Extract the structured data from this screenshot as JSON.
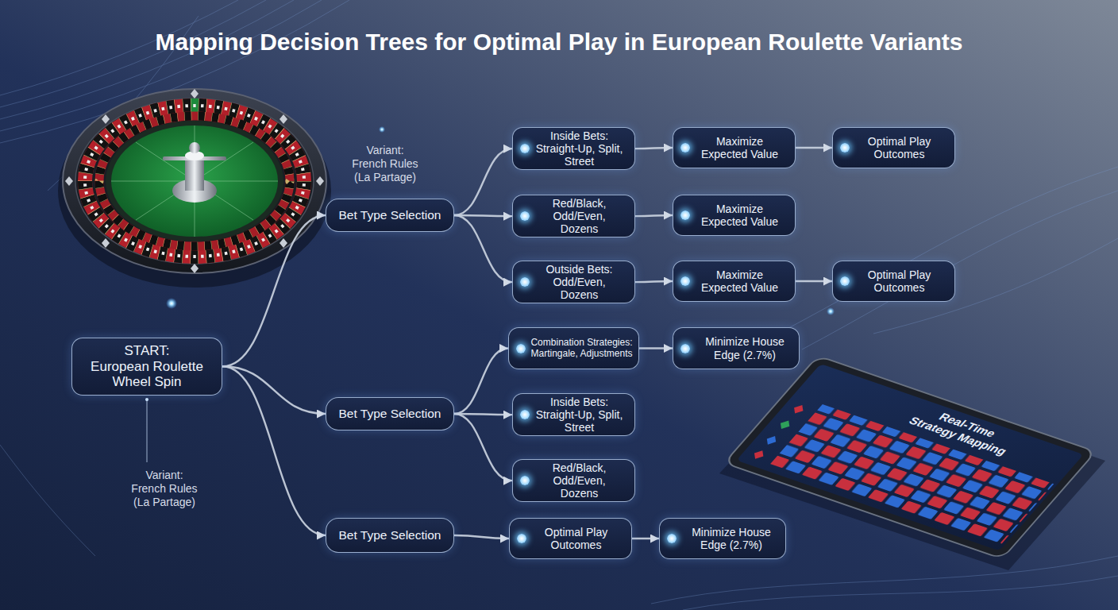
{
  "diagram": {
    "title": "Mapping Decision Trees for Optimal Play in European Roulette Variants",
    "nodes": [
      {
        "text": [
          "START:",
          "European Roulette Wheel Spin"
        ]
      },
      {
        "text": [
          "Bet Type Selection"
        ]
      },
      {
        "text": [
          "Inside Bets: Straight-Up, Split, Street"
        ]
      },
      {
        "text": [
          "Maximize Expected Value"
        ]
      },
      {
        "text": [
          "Optimal Play Outcomes"
        ]
      },
      {
        "text": [
          "Red/Black, Odd/Even, Dozens"
        ]
      },
      {
        "text": [
          "Maximize Expected Value"
        ]
      },
      {
        "text": [
          "Outside Bets: Odd/Even, Dozens"
        ]
      },
      {
        "text": [
          "Maximize Expected Value"
        ]
      },
      {
        "text": [
          "Optimal Play Outcomes"
        ]
      },
      {
        "text": [
          "Bet Type Selection"
        ]
      },
      {
        "text": [
          "Combination Strategies: Martingale, Adjustments"
        ]
      },
      {
        "text": [
          "Minimize House Edge (2.7%)"
        ]
      },
      {
        "text": [
          "Inside Bets: Straight-Up, Split, Street"
        ]
      },
      {
        "text": [
          "Red/Black, Odd/Even, Dozens"
        ]
      },
      {
        "text": [
          "Bet Type Selection"
        ]
      },
      {
        "text": [
          "Optimal Play Outcomes"
        ]
      },
      {
        "text": [
          "Minimize House Edge (2.7%)"
        ]
      }
    ],
    "edges": [
      {
        "from": 0,
        "to": 1,
        "arrow": "to"
      },
      {
        "from": 0,
        "to": 10,
        "arrow": "to"
      },
      {
        "from": 0,
        "to": 15,
        "arrow": "to"
      },
      {
        "from": 1,
        "to": 2,
        "arrow": "to"
      },
      {
        "from": 1,
        "to": 5,
        "arrow": "to"
      },
      {
        "from": 1,
        "to": 7,
        "arrow": "to"
      },
      {
        "from": 2,
        "to": 3,
        "arrow": "to"
      },
      {
        "from": 3,
        "to": 4,
        "arrow": "to"
      },
      {
        "from": 5,
        "to": 6,
        "arrow": "to"
      },
      {
        "from": 7,
        "to": 8,
        "arrow": "to"
      },
      {
        "from": 8,
        "to": 9,
        "arrow": "to"
      },
      {
        "from": 10,
        "to": 11,
        "arrow": "to"
      },
      {
        "from": 10,
        "to": 13,
        "arrow": "to"
      },
      {
        "from": 10,
        "to": 14,
        "arrow": "to"
      },
      {
        "from": 11,
        "to": 12,
        "arrow": "to"
      },
      {
        "from": 15,
        "to": 16,
        "arrow": "to"
      },
      {
        "from": 16,
        "to": 17,
        "arrow": "to"
      }
    ],
    "labels": [
      "Variant: French Rules (La Partage)",
      "Real-Time Strategy Mapping",
      "Variant: French Rules (La Partage)"
    ]
  }
}
